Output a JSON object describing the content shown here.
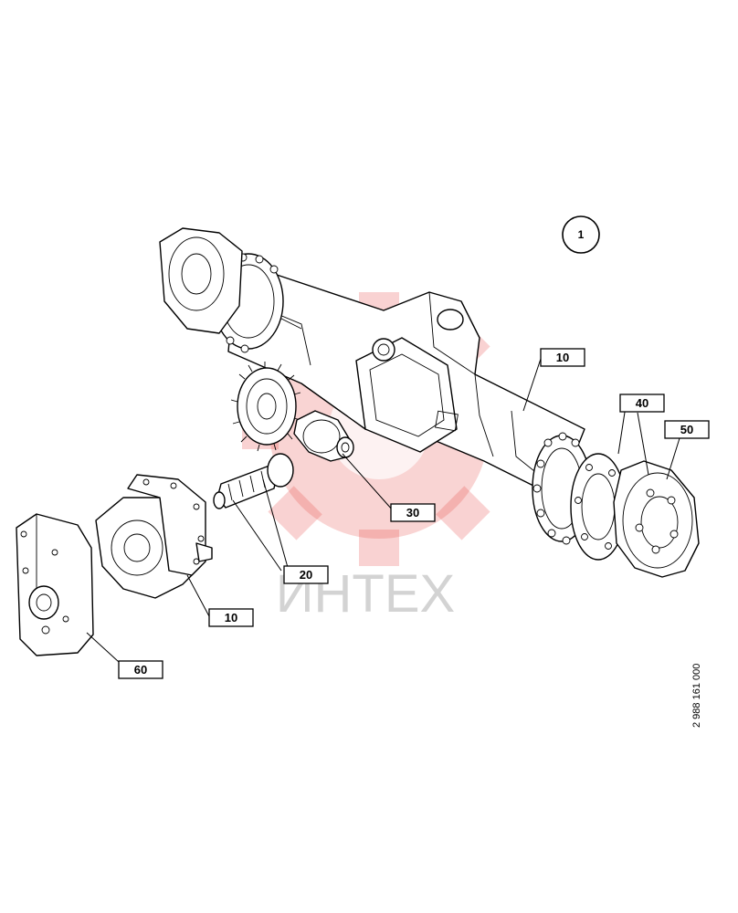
{
  "diagram": {
    "sheet_number": "1",
    "document_number": "2 988 161 000",
    "watermark_text": "ИНТЕХ",
    "watermark_color": "#e53935",
    "callouts": [
      {
        "id": "callout-10-axle",
        "label": "10"
      },
      {
        "id": "callout-40",
        "label": "40"
      },
      {
        "id": "callout-50",
        "label": "50"
      },
      {
        "id": "callout-30",
        "label": "30"
      },
      {
        "id": "callout-20",
        "label": "20"
      },
      {
        "id": "callout-10-housing",
        "label": "10"
      },
      {
        "id": "callout-60",
        "label": "60"
      }
    ]
  }
}
